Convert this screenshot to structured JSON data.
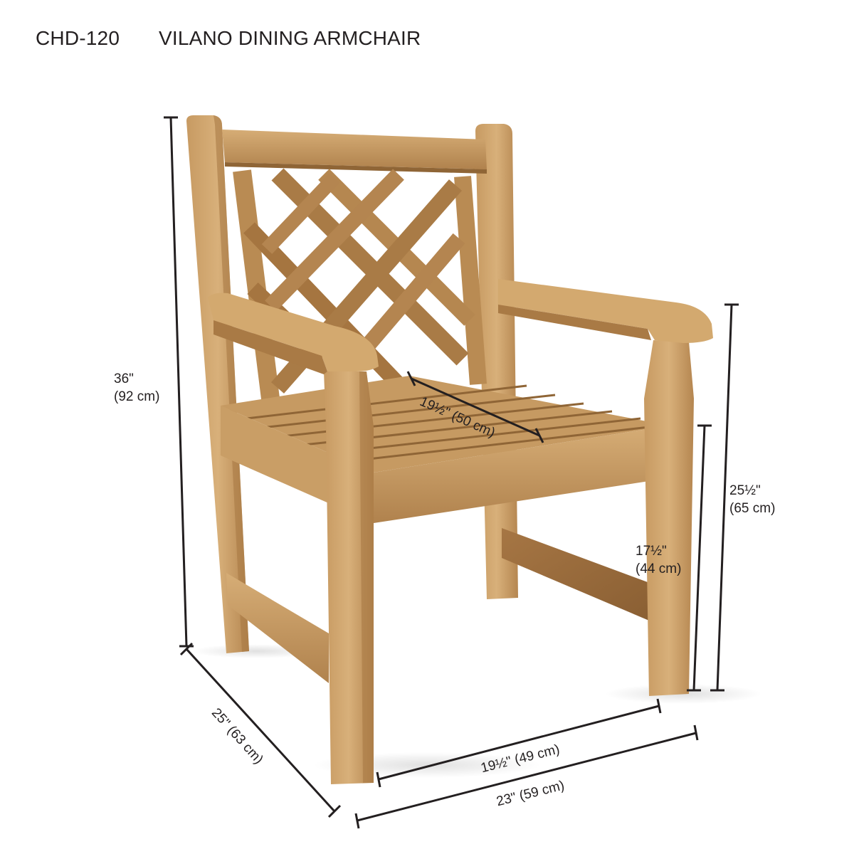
{
  "header": {
    "model_code": "CHD-120",
    "product_name": "VILANO DINING ARMCHAIR"
  },
  "dimensions": {
    "overall_height": {
      "imperial": "36\"",
      "metric": "(92 cm)"
    },
    "seat_depth": {
      "label": "19½\" (50 cm)"
    },
    "arm_height": {
      "imperial": "25½\"",
      "metric": "(65 cm)"
    },
    "seat_height": {
      "imperial": "17½\"",
      "metric": "(44 cm)"
    },
    "overall_depth": {
      "label": "25\" (63 cm)"
    },
    "seat_width": {
      "label": "19½\" (49 cm)"
    },
    "overall_width": {
      "label": "23\" (59 cm)"
    }
  },
  "colors": {
    "wood_light": "#d4ab74",
    "wood_mid": "#b98b53",
    "wood_dark": "#8f6536",
    "wood_shadow": "#6e4a24",
    "dimension_line": "#231f20",
    "background": "#ffffff"
  }
}
